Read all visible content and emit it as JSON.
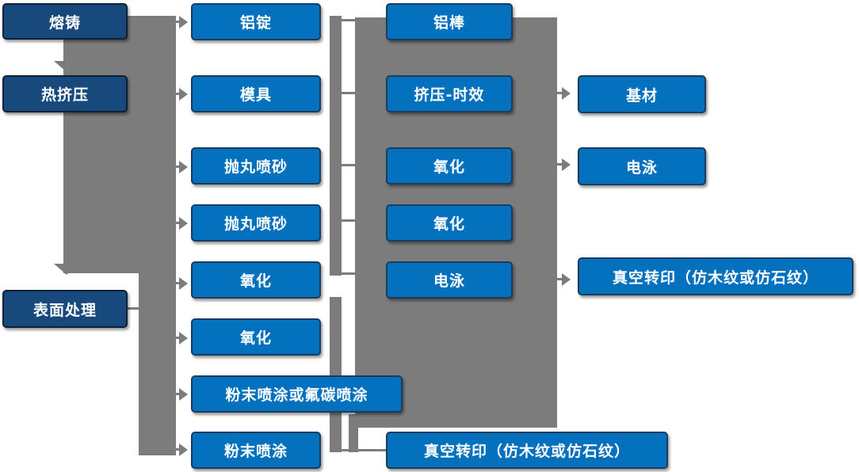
{
  "colors": {
    "step_blue": "#0471BE",
    "stage_dark_blue": "#17497C",
    "connector_gray": "#7C7C7C",
    "text_white": "#FFFFFF",
    "background": "#FFFFFF"
  },
  "nodes": [
    {
      "id": "rongzhu",
      "label": "熔铸",
      "group": "process-stage"
    },
    {
      "id": "rejiya",
      "label": "热挤压",
      "group": "process-stage"
    },
    {
      "id": "biaomianchuli",
      "label": "表面处理",
      "group": "process-stage"
    },
    {
      "id": "luding",
      "label": "铝锭",
      "group": "step"
    },
    {
      "id": "muju",
      "label": "模具",
      "group": "step"
    },
    {
      "id": "paowan-pensha-1",
      "label": "抛丸喷砂",
      "group": "step"
    },
    {
      "id": "paowan-pensha-2",
      "label": "抛丸喷砂",
      "group": "step"
    },
    {
      "id": "yanghua-1",
      "label": "氧化",
      "group": "step"
    },
    {
      "id": "yanghua-2",
      "label": "氧化",
      "group": "step"
    },
    {
      "id": "fenmo-or-futan",
      "label": "粉末喷涂或氟碳喷涂",
      "group": "step"
    },
    {
      "id": "fenmo",
      "label": "粉末喷涂",
      "group": "step"
    },
    {
      "id": "lubang",
      "label": "铝棒",
      "group": "step"
    },
    {
      "id": "jiya-shixiao",
      "label": "挤压-时效",
      "group": "step"
    },
    {
      "id": "yanghua-3",
      "label": "氧化",
      "group": "step"
    },
    {
      "id": "yanghua-4",
      "label": "氧化",
      "group": "step"
    },
    {
      "id": "dianyong-1",
      "label": "电泳",
      "group": "step"
    },
    {
      "id": "zhenkong-bottom",
      "label": "真空转印（仿木纹或仿石纹）",
      "group": "step"
    },
    {
      "id": "jicai",
      "label": "基材",
      "group": "output"
    },
    {
      "id": "dianyong-2",
      "label": "电泳",
      "group": "output"
    },
    {
      "id": "zhenkong-right",
      "label": "真空转印（仿木纹或仿石纹）",
      "group": "output"
    }
  ],
  "edges": [
    {
      "from": "rongzhu",
      "to": "rejiya"
    },
    {
      "from": "rejiya",
      "to": "biaomianchuli"
    },
    {
      "from": "trunk-left",
      "to": "luding"
    },
    {
      "from": "trunk-left",
      "to": "muju"
    },
    {
      "from": "trunk-left",
      "to": "paowan-pensha-1"
    },
    {
      "from": "trunk-left",
      "to": "paowan-pensha-2"
    },
    {
      "from": "trunk-left",
      "to": "yanghua-1"
    },
    {
      "from": "biaomianchuli",
      "to": "yanghua-2"
    },
    {
      "from": "biaomianchuli",
      "to": "fenmo-or-futan"
    },
    {
      "from": "biaomianchuli",
      "to": "fenmo"
    },
    {
      "from": "luding",
      "to": "block-right"
    },
    {
      "from": "muju",
      "to": "block-right"
    },
    {
      "from": "paowan-pensha-1",
      "to": "block-right"
    },
    {
      "from": "paowan-pensha-2",
      "to": "block-right"
    },
    {
      "from": "yanghua-1",
      "to": "block-right"
    },
    {
      "from": "jiya-shixiao",
      "to": "jicai"
    },
    {
      "from": "yanghua-3",
      "to": "dianyong-2"
    },
    {
      "from": "dianyong-1",
      "to": "zhenkong-right"
    },
    {
      "from": "yanghua-2",
      "to": "zhenkong-bottom"
    },
    {
      "from": "fenmo-or-futan",
      "to": "zhenkong-bottom"
    },
    {
      "from": "fenmo",
      "to": "zhenkong-bottom"
    }
  ]
}
